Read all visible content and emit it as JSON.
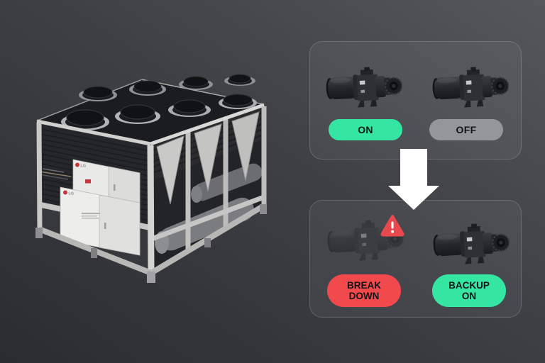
{
  "chiller": {
    "brand_logo": "LG"
  },
  "flow": {
    "before": {
      "left": {
        "label": "ON",
        "color": "#35e6a3"
      },
      "right": {
        "label": "OFF",
        "color": "#95969b"
      }
    },
    "after": {
      "left": {
        "label": "BREAK DOWN",
        "color": "#f2494c",
        "icon": "warning-triangle"
      },
      "right": {
        "label": "BACKUP ON",
        "color": "#35e6a3"
      }
    },
    "arrow": {
      "icon": "down-arrow",
      "color": "#ffffff"
    }
  },
  "colors": {
    "background_light": "#55575d",
    "background_dark": "#2a2c31",
    "panel_fill": "rgba(255,255,255,0.05)",
    "panel_border": "rgba(255,255,255,0.16)",
    "status_on_green": "#35e6a3",
    "status_off_gray": "#95969b",
    "status_breakdown_red": "#f2494c",
    "warning_red": "#e8494d",
    "pill_text": "#131416",
    "lg_logo_red": "#c5373c"
  }
}
